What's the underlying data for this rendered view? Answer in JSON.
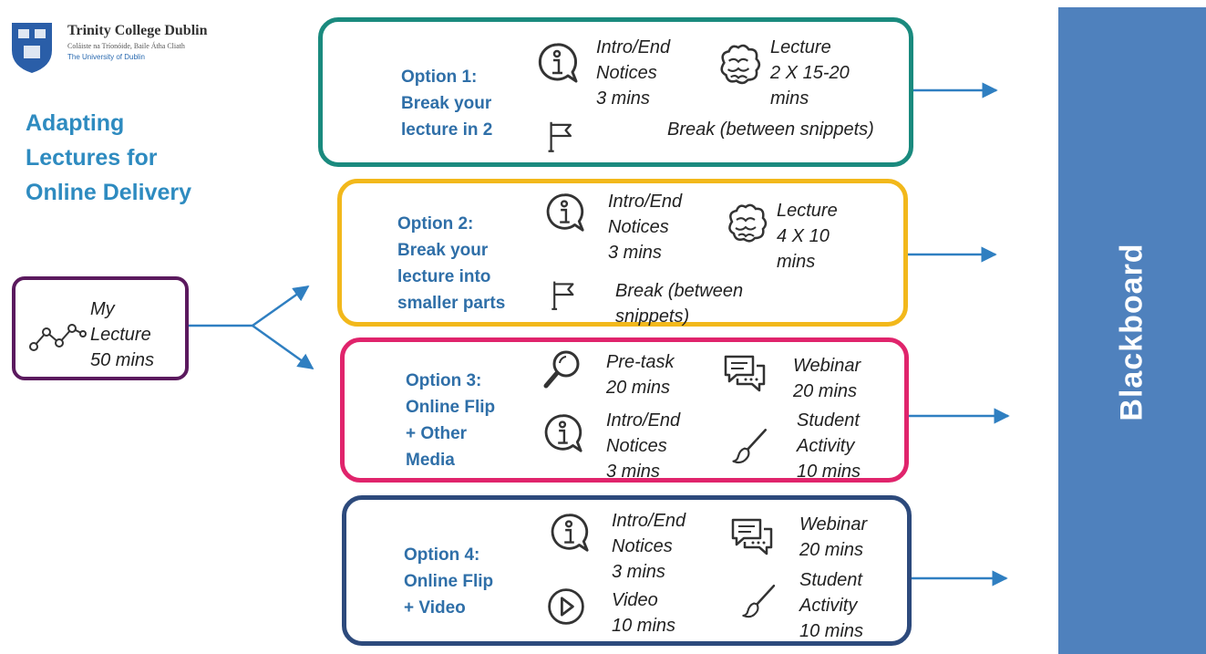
{
  "logo": {
    "name": "Trinity College Dublin",
    "irish": "Coláiste na Tríonóide, Baile Átha Cliath",
    "sub": "The University of Dublin"
  },
  "title": [
    "Adapting",
    "Lectures for",
    "Online Delivery"
  ],
  "my_lecture": [
    "My",
    "Lecture",
    "50 mins"
  ],
  "options": [
    {
      "label": [
        "Option 1:",
        "Break your",
        "lecture in 2"
      ],
      "color": "#1a8a7e",
      "info": [
        "Intro/End",
        "Notices",
        "3 mins"
      ],
      "lecture": [
        "Lecture",
        "2 X 15-20",
        "mins"
      ],
      "break": [
        "Break (between snippets)"
      ]
    },
    {
      "label": [
        "Option 2:",
        "Break your",
        "lecture into",
        "smaller parts"
      ],
      "color": "#f2b81b",
      "info": [
        "Intro/End",
        "Notices",
        "3 mins"
      ],
      "lecture": [
        "Lecture",
        "4 X 10",
        "mins"
      ],
      "break": [
        "Break (between",
        "snippets)"
      ]
    },
    {
      "label": [
        "Option 3:",
        "Online Flip",
        "+ Other",
        "Media"
      ],
      "color": "#e0246c",
      "pretask": [
        "Pre-task",
        "20 mins"
      ],
      "webinar": [
        "Webinar",
        "20 mins"
      ],
      "info": [
        "Intro/End",
        "Notices",
        "3 mins"
      ],
      "activity": [
        "Student",
        "Activity",
        "10 mins"
      ]
    },
    {
      "label": [
        "Option 4:",
        "Online Flip",
        "+ Video"
      ],
      "color": "#2d4a7c",
      "info": [
        "Intro/End",
        "Notices",
        "3 mins"
      ],
      "webinar": [
        "Webinar",
        "20 mins"
      ],
      "video": [
        "Video",
        "10 mins"
      ],
      "activity": [
        "Student",
        "Activity",
        "10 mins"
      ]
    }
  ],
  "blackboard": "Blackboard",
  "colors": {
    "title": "#2e8bc0",
    "my_lecture_border": "#5b1a5e",
    "arrow": "#2f7fc1",
    "blackboard": "#4f81bd"
  },
  "icons": [
    "crest-icon",
    "network-icon",
    "info-bubble-icon",
    "brain-icon",
    "flag-icon",
    "magnifier-icon",
    "chat-icon",
    "brush-icon",
    "play-icon",
    "arrow-icon"
  ]
}
